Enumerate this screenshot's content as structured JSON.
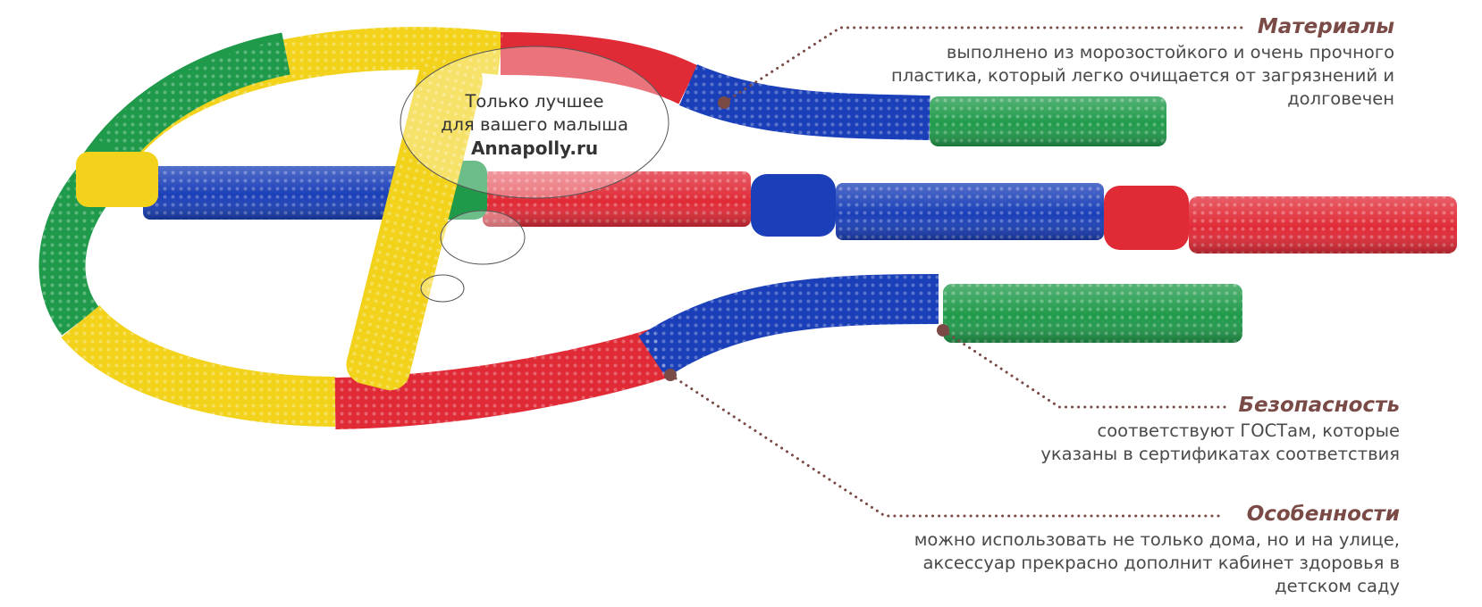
{
  "watermark": {
    "line1": "Только лучшее",
    "line2": "для вашего малыша",
    "brand": "Annapolly.ru"
  },
  "callouts": [
    {
      "id": "materials",
      "title": "Материалы",
      "lines": [
        "выполнено из морозостойкого и очень прочного",
        "пластика, который легко очищается от загрязнений и",
        "долговечен"
      ]
    },
    {
      "id": "safety",
      "title": "Безопасность",
      "lines": [
        "соответствуют ГОСТам, которые",
        "указаны в сертификатах соответствия"
      ]
    },
    {
      "id": "features",
      "title": "Особенности",
      "lines": [
        "можно использовать не только дома, но и на улице,",
        "аксессуар прекрасно дополнит кабинет здоровья в",
        "детском саду"
      ]
    }
  ],
  "colors": {
    "yellow": "#f2d21a",
    "red": "#e02a36",
    "blue": "#1a3fb8",
    "green": "#1f9a4a",
    "accent": "#7a4a46",
    "text": "#4a4a4a"
  }
}
